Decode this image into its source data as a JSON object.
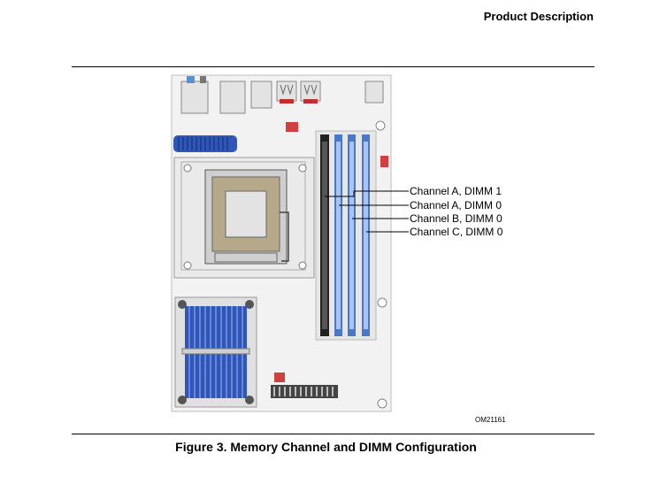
{
  "header": {
    "title": "Product Description"
  },
  "figure": {
    "part_number": "OM21161",
    "callouts": [
      "Channel A, DIMM 1",
      "Channel A, DIMM 0",
      "Channel B, DIMM 0",
      "Channel C, DIMM 0"
    ],
    "caption": "Figure 3.  Memory Channel and DIMM Configuration"
  }
}
